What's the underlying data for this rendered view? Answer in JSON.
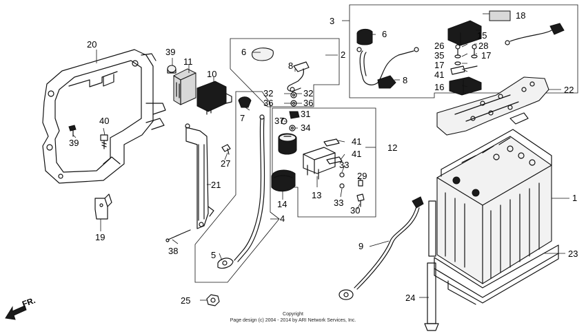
{
  "labels": {
    "p1": "1",
    "p2": "2",
    "p3": "3",
    "p4": "4",
    "p5": "5",
    "p6a": "6",
    "p6b": "6",
    "p7": "7",
    "p8a": "8",
    "p8b": "8",
    "p9": "9",
    "p10": "10",
    "p11": "11",
    "p12": "12",
    "p13": "13",
    "p14": "14",
    "p15": "15",
    "p16": "16",
    "p17a": "17",
    "p17b": "17",
    "p18": "18",
    "p19": "19",
    "p20": "20",
    "p21": "21",
    "p22": "22",
    "p23": "23",
    "p24": "24",
    "p25": "25",
    "p26": "26",
    "p27": "27",
    "p28": "28",
    "p29": "29",
    "p30": "30",
    "p31": "31",
    "p32a": "32",
    "p32b": "32",
    "p33a": "33",
    "p33b": "33",
    "p34": "34",
    "p35": "35",
    "p36a": "36",
    "p36b": "36",
    "p37": "37",
    "p38": "38",
    "p39a": "39",
    "p39b": "39",
    "p40": "40",
    "p41a": "41",
    "p41b": "41",
    "p41c": "41"
  },
  "direction": "FR.",
  "copyright": {
    "line1": "Copyright",
    "line2": "Page design (c) 2004 - 2014 by ARI Network Services, Inc."
  }
}
